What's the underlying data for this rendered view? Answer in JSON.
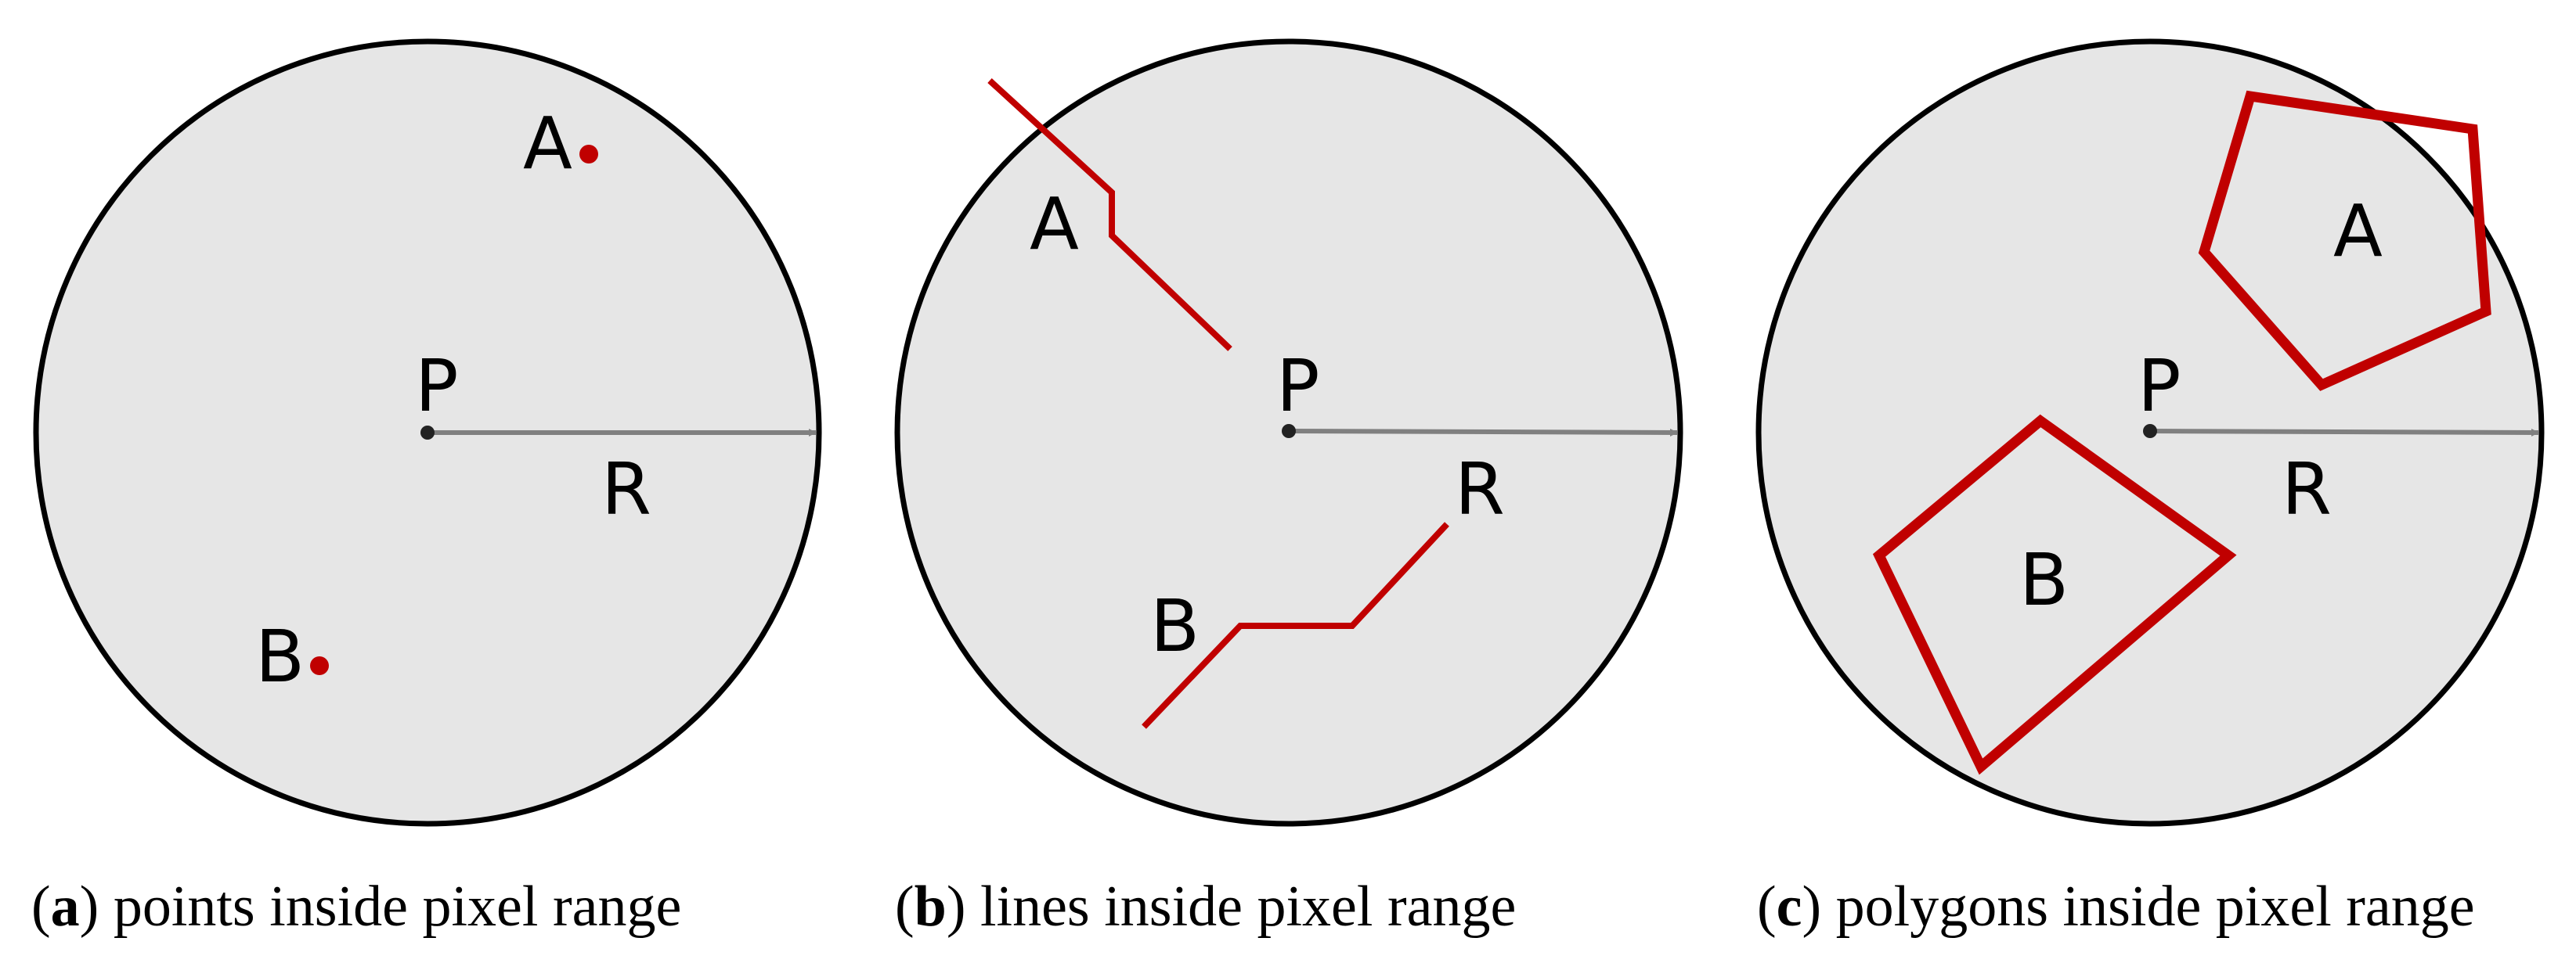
{
  "panels": [
    {
      "id": "a",
      "center_label": "P",
      "radius_label": "R",
      "feature_type": "points",
      "features": [
        {
          "label": "A"
        },
        {
          "label": "B"
        }
      ],
      "caption": {
        "letter": "a",
        "text": " points inside pixel range"
      }
    },
    {
      "id": "b",
      "center_label": "P",
      "radius_label": "R",
      "feature_type": "lines",
      "features": [
        {
          "label": "A"
        },
        {
          "label": "B"
        }
      ],
      "caption": {
        "letter": "b",
        "text": " lines inside pixel range"
      }
    },
    {
      "id": "c",
      "center_label": "P",
      "radius_label": "R",
      "feature_type": "polygons",
      "features": [
        {
          "label": "A"
        },
        {
          "label": "B"
        }
      ],
      "caption": {
        "letter": "c",
        "text": " polygons inside pixel range"
      }
    }
  ],
  "colors": {
    "circle_fill": "#e6e6e6",
    "circle_stroke": "#000000",
    "feature": "#c00000",
    "arrow": "#808080"
  }
}
